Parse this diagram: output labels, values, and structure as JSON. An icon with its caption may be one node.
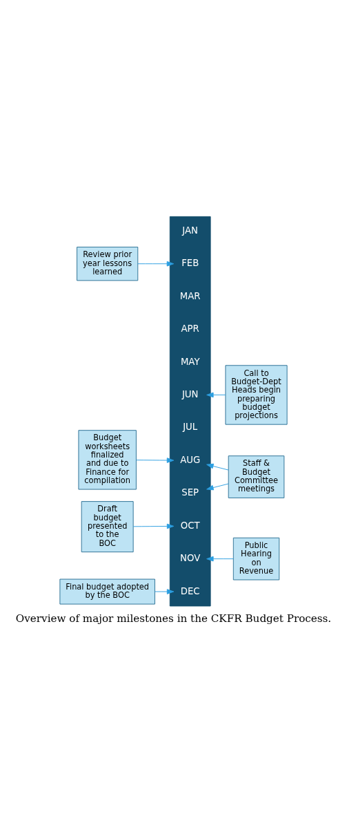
{
  "diagram": {
    "caption": "Overview of major milestones in the CKFR Budget Process.",
    "nodes": [
      {
        "text": [
          "Review prior year lessons learned"
        ]
      },
      {
        "text": [],
        "shape": "bar"
      },
      {
        "text": [
          "JAN"
        ],
        "in": 1
      },
      {
        "text": [
          "FEB"
        ],
        "in": 1
      },
      {
        "text": [
          "MAR"
        ],
        "in": 1
      },
      {
        "text": [
          "APR"
        ],
        "in": 1
      },
      {
        "text": [
          "MAY"
        ],
        "in": 1
      },
      {
        "text": [
          "JUN"
        ],
        "in": 1
      },
      {
        "text": [
          "JUL"
        ],
        "in": 1
      },
      {
        "text": [
          "AUG"
        ],
        "in": 1
      },
      {
        "text": [
          "SEP"
        ],
        "in": 1
      },
      {
        "text": [
          "OCT"
        ],
        "in": 1
      },
      {
        "text": [
          "NOV"
        ],
        "in": 1
      },
      {
        "text": [
          "DEC"
        ],
        "in": 1
      },
      {
        "text": [
          "Call to Budget-Dept Heads begin preparing budget projections"
        ]
      },
      {
        "text": [
          "Budget worksheets finalized and due to Finance for compilation"
        ]
      },
      {
        "text": [
          "Staff & Budget Committee meetings"
        ]
      },
      {
        "text": [
          "Draft budget presented to the BOC"
        ]
      },
      {
        "text": [
          "Public Hearing on Revenue"
        ]
      },
      {
        "text": [
          "Final budget adopted by the BOC"
        ]
      }
    ],
    "edges": [
      {
        "from": 0,
        "to": 3,
        "arrow": "to"
      },
      {
        "from": 14,
        "to": 7,
        "arrow": "to"
      },
      {
        "from": 15,
        "to": 9,
        "arrow": "to"
      },
      {
        "from": 16,
        "to": 9,
        "arrow": "to"
      },
      {
        "from": 16,
        "to": 10,
        "arrow": "to"
      },
      {
        "from": 17,
        "to": 11,
        "arrow": "to"
      },
      {
        "from": 18,
        "to": 12,
        "arrow": "to"
      },
      {
        "from": 19,
        "to": 13,
        "arrow": "to"
      }
    ]
  }
}
